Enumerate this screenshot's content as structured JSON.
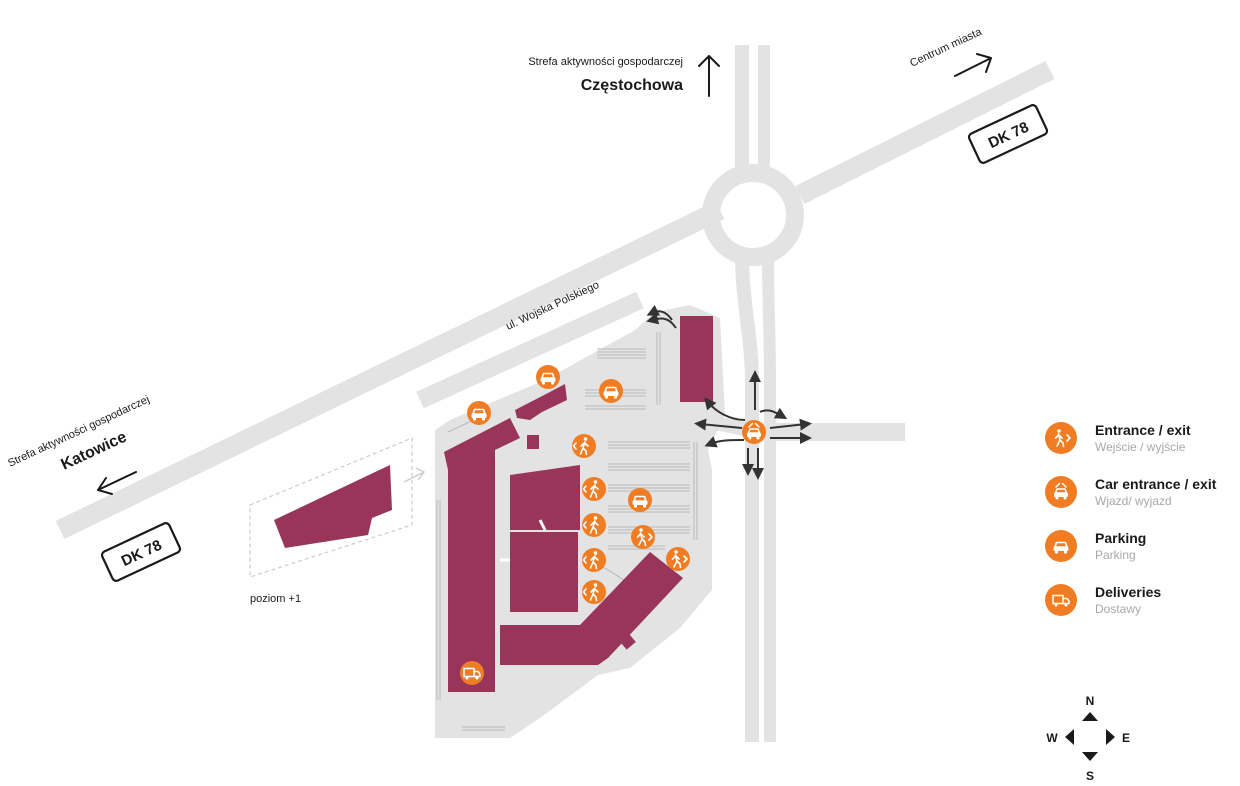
{
  "directions": {
    "north_zone": "Strefa aktywności gospodarczej",
    "north_city": "Częstochowa",
    "west_zone": "Strefa aktywności gospodarczej",
    "west_city": "Katowice",
    "east_center": "Centrum miasta"
  },
  "roads": {
    "street": "ul. Wojska Polskiego",
    "dk_top": "DK 78",
    "dk_bottom": "DK 78"
  },
  "level_label": "poziom +1",
  "legend": [
    {
      "title": "Entrance / exit",
      "subtitle": "Wejście / wyjście",
      "icon": "walking-person-icon"
    },
    {
      "title": "Car entrance / exit",
      "subtitle": "Wjazd/ wyjazd",
      "icon": "car-entrance-icon"
    },
    {
      "title": "Parking",
      "subtitle": "Parking",
      "icon": "car-icon"
    },
    {
      "title": "Deliveries",
      "subtitle": "Dostawy",
      "icon": "delivery-truck-icon"
    }
  ],
  "compass": {
    "n": "N",
    "e": "E",
    "s": "S",
    "w": "W"
  },
  "colors": {
    "road": "#e3e3e3",
    "building": "#983559",
    "marker": "#f07d23",
    "text": "#1a1a1a",
    "subtext": "#a8a8a8"
  }
}
